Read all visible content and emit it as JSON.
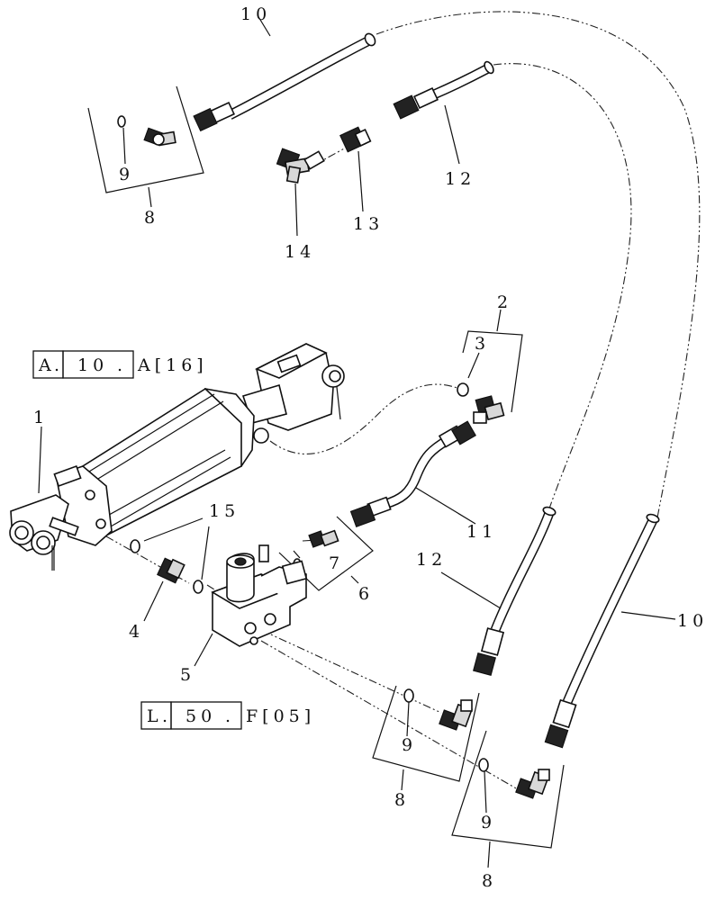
{
  "callouts": {
    "c1": "1",
    "c2": "2",
    "c3": "3",
    "c4": "4",
    "c5": "5",
    "c6": "6",
    "c7": "7",
    "c8a": "8",
    "c8b": "8",
    "c8c": "8",
    "c9a": "9",
    "c9b": "9",
    "c9c": "9",
    "c10a": "10",
    "c10b": "10",
    "c11": "11",
    "c12a": "12",
    "c12b": "12",
    "c13": "13",
    "c14": "14",
    "c15": "15"
  },
  "references": {
    "ref_a": {
      "box1": "A",
      "box2": "10",
      "rest": "A[16]"
    },
    "ref_b": {
      "box1": "L",
      "box2": "50",
      "rest": "F[05]"
    }
  }
}
